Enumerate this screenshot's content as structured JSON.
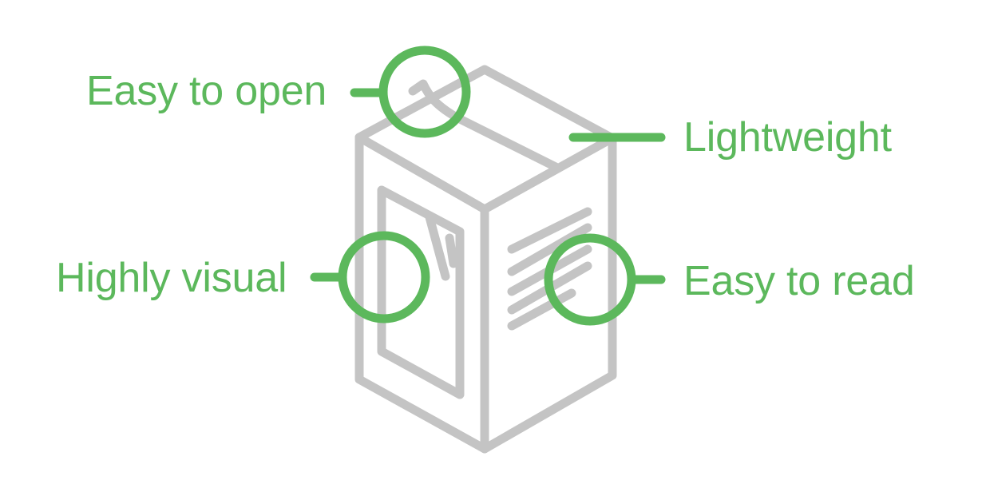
{
  "callouts": {
    "easy_to_open": "Easy to open",
    "lightweight": "Lightweight",
    "highly_visual": "Highly visual",
    "easy_to_read": "Easy to read"
  },
  "colors": {
    "accent_green": "#5cb85c",
    "outline_gray": "#c4c4c4",
    "background": "#ffffff"
  },
  "icon": "box-package-icon"
}
